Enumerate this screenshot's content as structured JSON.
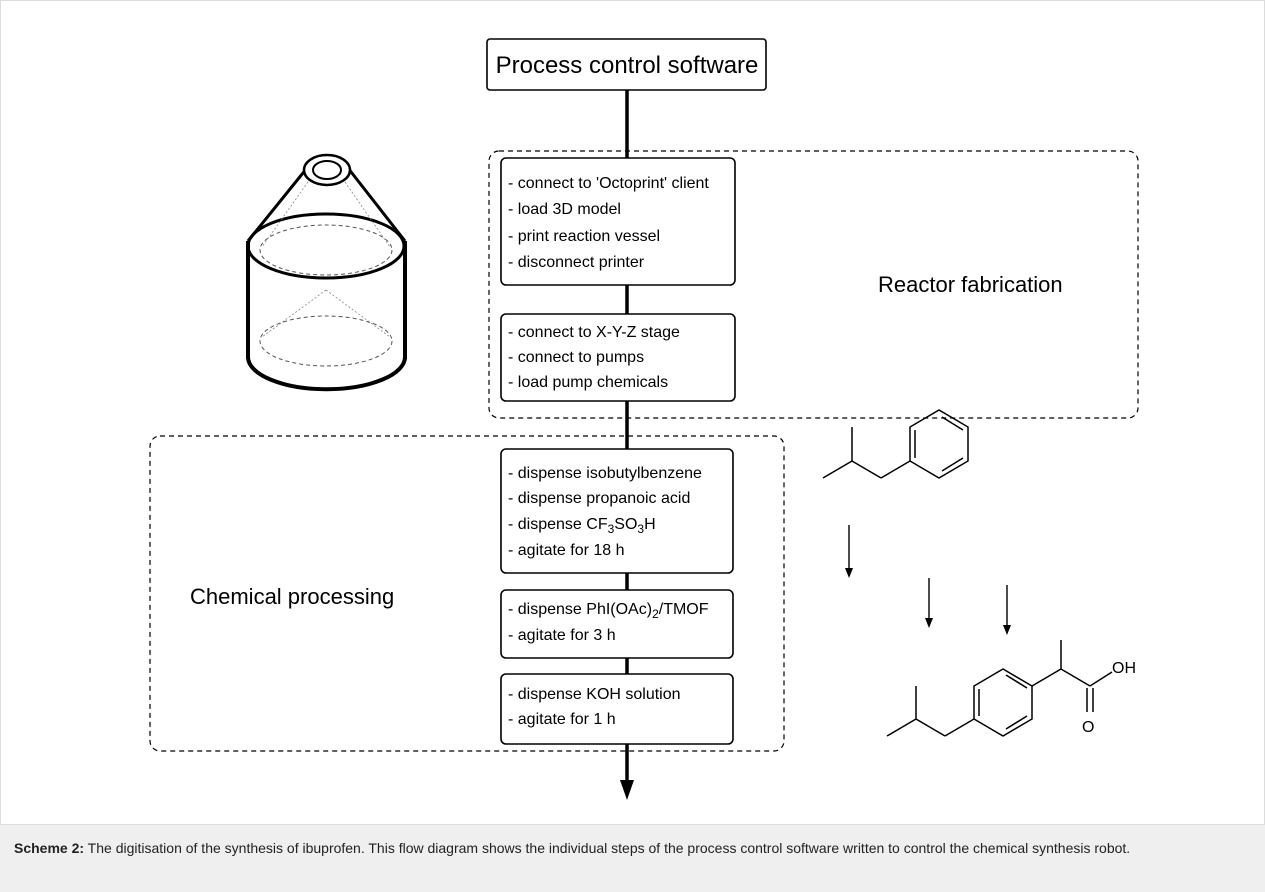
{
  "top_box": {
    "label": "Process control software"
  },
  "groups": {
    "reactor": {
      "label": "Reactor fabrication"
    },
    "chemical": {
      "label": "Chemical processing"
    }
  },
  "steps": {
    "box1": [
      "- connect to 'Octoprint' client",
      "- load 3D model",
      "- print reaction vessel",
      "- disconnect printer"
    ],
    "box2": [
      "- connect to X-Y-Z stage",
      "- connect to pumps",
      "- load pump chemicals"
    ],
    "box3": [
      "- dispense isobutylbenzene",
      "- dispense propanoic acid",
      "- dispense CF",
      "- agitate for 18 h"
    ],
    "box3_formula": {
      "a": "CF",
      "sub1": "3",
      "b": "SO",
      "sub2": "3",
      "c": "H"
    },
    "box4": [
      "- dispense PhI(OAc)",
      "- agitate for 3 h"
    ],
    "box4_formula": {
      "a": "- dispense PhI(OAc)",
      "sub": "2",
      "b": "/TMOF"
    },
    "box5": [
      "- dispense KOH solution",
      "- agitate for 1 h"
    ]
  },
  "molecule_labels": {
    "oh": "OH",
    "o": "O"
  },
  "caption": {
    "label": "Scheme 2:",
    "text": " The digitisation of the synthesis of ibuprofen. This flow diagram shows the individual steps of the process control software written to control the chemical synthesis robot."
  }
}
